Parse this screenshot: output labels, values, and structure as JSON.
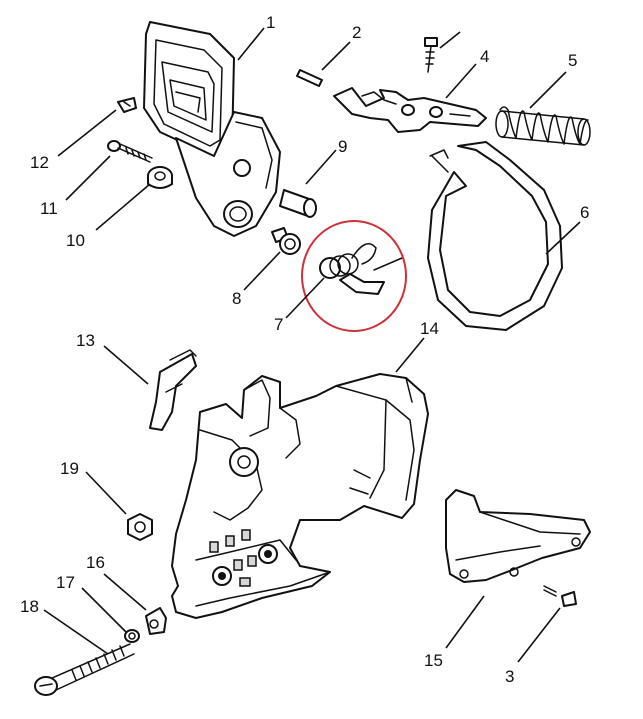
{
  "diagram": {
    "labels": [
      {
        "id": "1",
        "text": "1"
      },
      {
        "id": "2",
        "text": "2"
      },
      {
        "id": "3",
        "text": "3"
      },
      {
        "id": "4",
        "text": "4"
      },
      {
        "id": "5",
        "text": "5"
      },
      {
        "id": "6",
        "text": "6"
      },
      {
        "id": "7",
        "text": "7"
      },
      {
        "id": "8",
        "text": "8"
      },
      {
        "id": "9",
        "text": "9"
      },
      {
        "id": "10",
        "text": "10"
      },
      {
        "id": "11",
        "text": "11"
      },
      {
        "id": "12",
        "text": "12"
      },
      {
        "id": "13",
        "text": "13"
      },
      {
        "id": "14",
        "text": "14"
      },
      {
        "id": "15",
        "text": "15"
      },
      {
        "id": "16",
        "text": "16"
      },
      {
        "id": "17",
        "text": "17"
      },
      {
        "id": "18",
        "text": "18"
      },
      {
        "id": "19",
        "text": "19"
      }
    ],
    "highlight": {
      "target": "7",
      "color": "#d0303a"
    }
  }
}
